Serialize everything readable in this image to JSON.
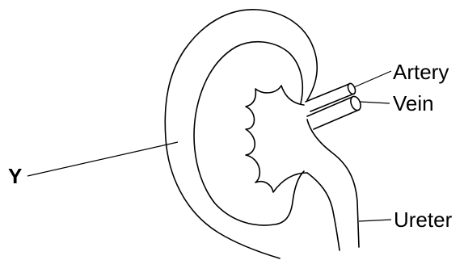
{
  "labels": {
    "y": "Y",
    "artery": "Artery",
    "vein": "Vein",
    "ureter": "Ureter"
  },
  "colors": {
    "stroke": "#000000",
    "background": "#ffffff"
  }
}
